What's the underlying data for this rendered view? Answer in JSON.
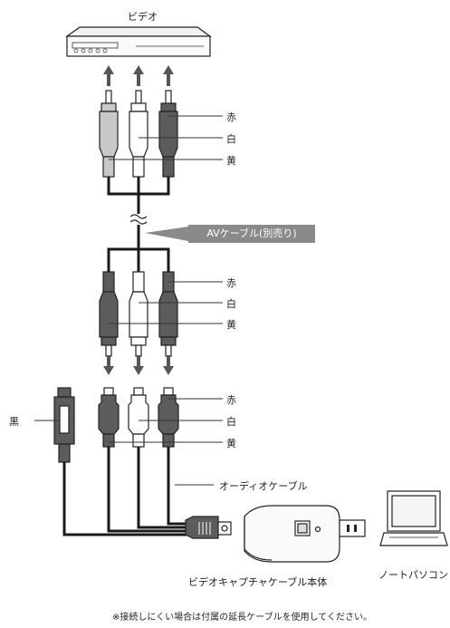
{
  "labels": {
    "video": "ビデオ",
    "av_cable": "AVケーブル(別売り)",
    "red": "赤",
    "white": "白",
    "yellow": "黄",
    "black": "黒",
    "audio_cable": "オーディオケーブル",
    "capture_unit": "ビデオキャプチャケーブル本体",
    "laptop": "ノートパソコン",
    "note": "※接続しにくい場合は付属の延長ケーブルを使用してください。"
  },
  "colors": {
    "dark_plug": "#5c5c5c",
    "white_plug": "#ffffff",
    "light_plug": "#c8c8c8",
    "cable": "#1a1a1a",
    "arrow": "#555555",
    "badge": "#8a8a8a"
  }
}
